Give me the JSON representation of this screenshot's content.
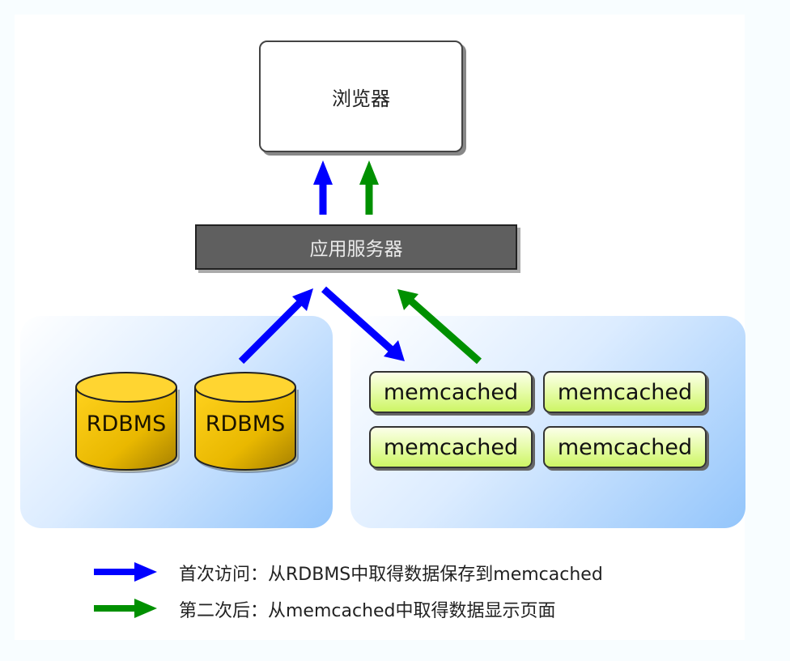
{
  "diagram": {
    "browser": {
      "label": "浏览器"
    },
    "app_server": {
      "label": "应用服务器"
    },
    "databases": [
      {
        "label": "RDBMS"
      },
      {
        "label": "RDBMS"
      }
    ],
    "caches": [
      {
        "label": "memcached"
      },
      {
        "label": "memcached"
      },
      {
        "label": "memcached"
      },
      {
        "label": "memcached"
      }
    ],
    "arrows": [
      {
        "from": "app_server",
        "to": "browser",
        "flow": "first_access"
      },
      {
        "from": "app_server",
        "to": "browser",
        "flow": "second_access"
      },
      {
        "from": "databases",
        "to": "app_server",
        "flow": "first_access"
      },
      {
        "from": "app_server",
        "to": "caches",
        "flow": "first_access"
      },
      {
        "from": "caches",
        "to": "app_server",
        "flow": "second_access"
      }
    ],
    "colors": {
      "first_access": "#0000ff",
      "second_access": "#009000",
      "database": "#f5c400",
      "cache": "#dff98f",
      "app_server": "#5f5f5f"
    }
  },
  "legend": [
    {
      "flow": "first_access",
      "text": "首次访问：从RDBMS中取得数据保存到memcached"
    },
    {
      "flow": "second_access",
      "text": "第二次后：从memcached中取得数据显示页面"
    }
  ]
}
